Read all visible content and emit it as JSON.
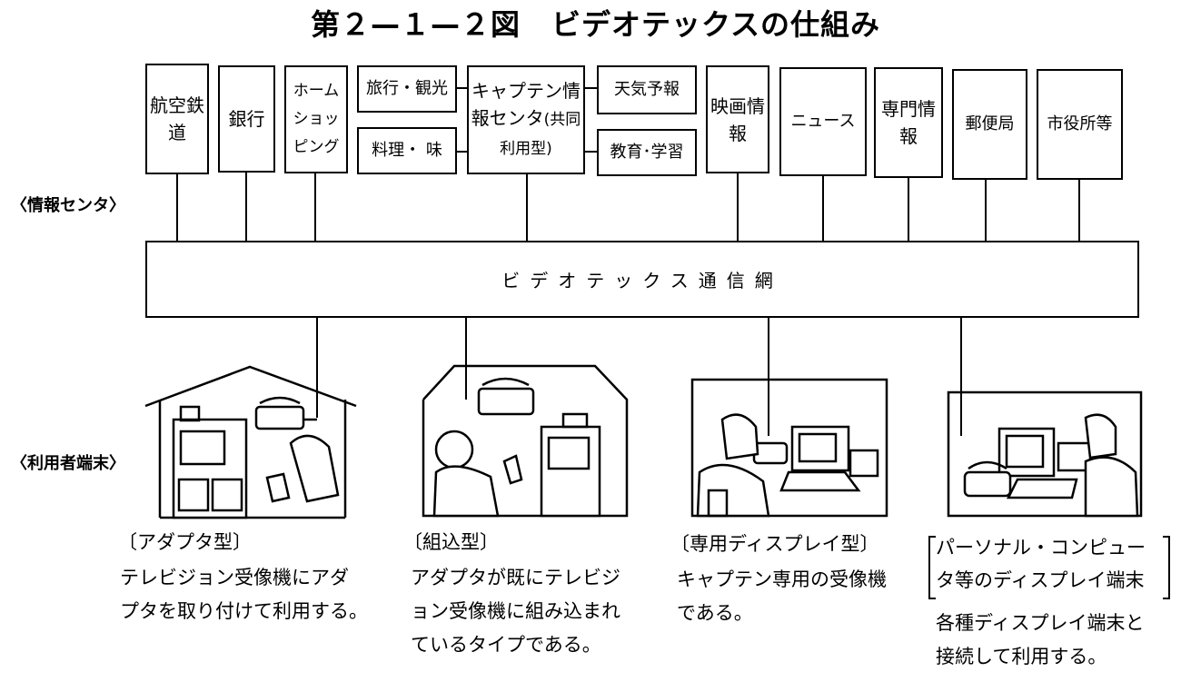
{
  "title": {
    "left": "第２—１—２図",
    "right": "ビデオテックスの仕組み"
  },
  "row_labels": {
    "centers": "〈情報センタ〉",
    "terminals": "〈利用者端末〉"
  },
  "centers": [
    {
      "lines": [
        "航空",
        "鉄道"
      ]
    },
    {
      "lines": [
        "銀行"
      ]
    },
    {
      "lines": [
        "ホーム",
        "ショッ",
        "ピング"
      ]
    },
    {
      "lines": [
        "旅行・観光"
      ]
    },
    {
      "lines": [
        "料理・ 味"
      ]
    },
    {
      "lines": [
        "キャプテン",
        "情報センタ",
        "(共同利用型)"
      ]
    },
    {
      "lines": [
        "天気予報"
      ]
    },
    {
      "lines": [
        "教育･学習"
      ]
    },
    {
      "lines": [
        "映画",
        "情報"
      ]
    },
    {
      "lines": [
        "ニュース"
      ]
    },
    {
      "lines": [
        "専門",
        "情報"
      ]
    },
    {
      "lines": [
        "郵便局"
      ]
    },
    {
      "lines": [
        "市役所等"
      ]
    }
  ],
  "network": {
    "label": "ビデオテックス通信網"
  },
  "terminals": [
    {
      "type": "〔アダプタ型〕",
      "desc": [
        "テレビジョン受像機にアダ",
        "プタを取り付けて利用する。"
      ],
      "illustration": "house-tv-adapter"
    },
    {
      "type": "〔組込型〕",
      "desc": [
        "アダプタが既にテレビジ",
        "ョン受像機に組み込まれ",
        "ているタイプである。"
      ],
      "illustration": "house-built-in-tv"
    },
    {
      "type": "〔専用ディスプレイ型〕",
      "desc": [
        "キャプテン専用の受像機",
        "である。"
      ],
      "illustration": "dedicated-display"
    },
    {
      "type_lines": [
        "パーソナル・コンピュー",
        "タ等のディスプレイ端末"
      ],
      "desc": [
        "各種ディスプレイ端末と",
        "接続して利用する。"
      ],
      "illustration": "personal-computer"
    }
  ]
}
